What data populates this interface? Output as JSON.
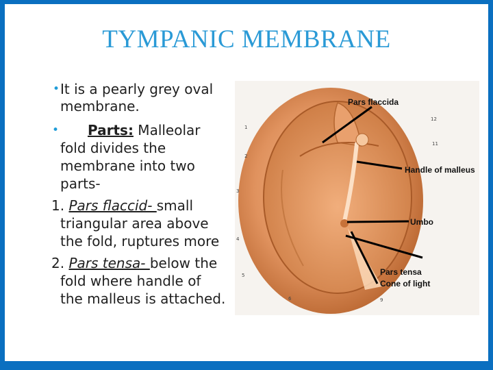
{
  "title": "TYMPANIC MEMBRANE",
  "bullets": {
    "b1_line1": "It is a pearly grey oval",
    "b1_line2": "membrane.",
    "b2_label": "Parts:",
    "b2_rest": " Malleolar",
    "b2_line2": "fold divides the",
    "b2_line3": "membrane into two",
    "b2_line4": "parts-"
  },
  "list": {
    "i1_num": "1. ",
    "i1_term": "Pars flaccid- ",
    "i1_rest": "small",
    "i1_line2": "triangular area above",
    "i1_line3": "the fold, ruptures more",
    "i2_num": "2. ",
    "i2_term": "Pars tensa- ",
    "i2_rest": "below the",
    "i2_line2": "fold where handle of",
    "i2_line3": "the malleus is attached."
  },
  "figure": {
    "labels": {
      "pars_flaccida": "Pars flaccida",
      "handle_of_malleus": "Handle of malleus",
      "umbo": "Umbo",
      "pars_tensa": "Pars tensa",
      "cone_of_light": "Cone of light"
    },
    "small_numbers": [
      "1",
      "2",
      "3",
      "4",
      "5",
      "6",
      "9",
      "11",
      "12"
    ],
    "colors": {
      "membrane": "#d98a55",
      "rim": "#b05f2c",
      "label": "#1a1a1a",
      "pointer": "#000000"
    }
  }
}
